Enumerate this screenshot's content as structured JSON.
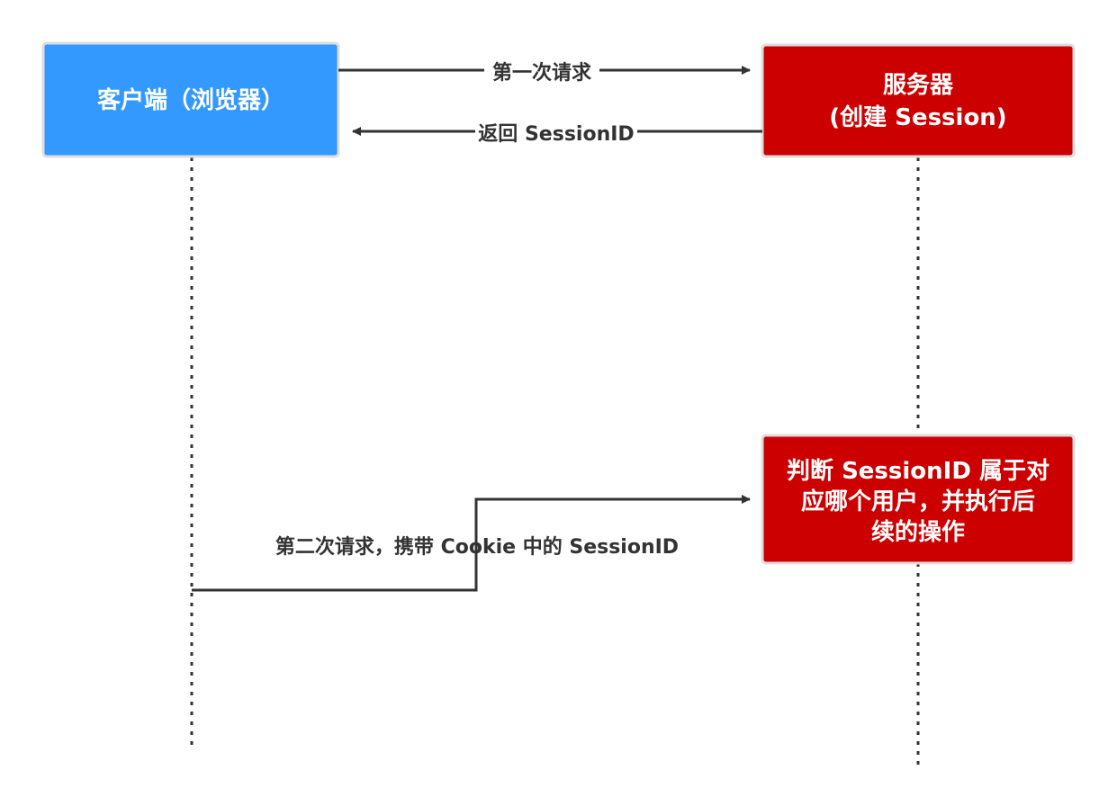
{
  "nodes": {
    "client": {
      "label": "客户端（浏览器）",
      "color": "#3399ff"
    },
    "server": {
      "line1": "服务器",
      "line2": "(创建 Session)",
      "color": "#cc0000"
    },
    "judge": {
      "line1": "判断 SessionID 属于对",
      "line2": "应哪个用户，并执行后",
      "line3": "续的操作",
      "color": "#cc0000"
    }
  },
  "edges": {
    "first_request": "第一次请求",
    "return_sessionid": "返回 SessionID",
    "second_request": "第二次请求，携带 Cookie 中的 SessionID"
  },
  "colors": {
    "line": "#333333",
    "lifeline": "#333333",
    "node_border": "#dddddd"
  }
}
